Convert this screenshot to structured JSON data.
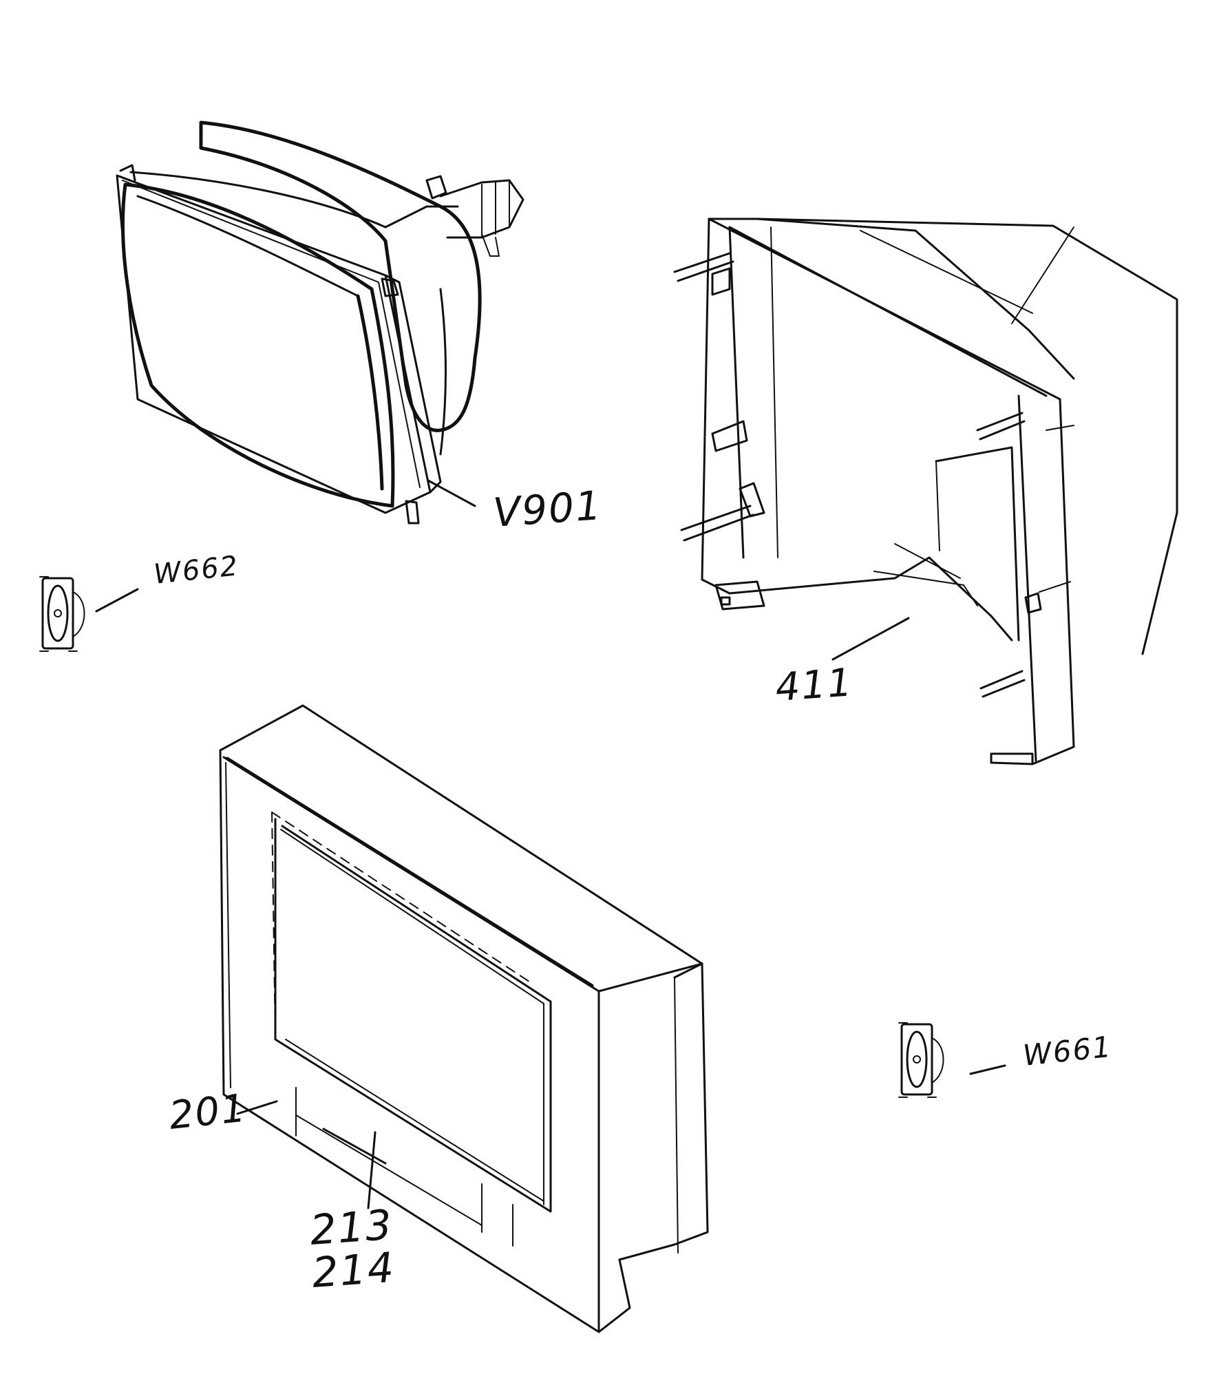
{
  "callouts": {
    "crt": "V901",
    "speaker_left": "W662",
    "chassis_frame": "411",
    "speaker_right": "W661",
    "cabinet": "201",
    "front_parts_a": "213",
    "front_parts_b": "214"
  },
  "colors": {
    "ink": "#111111",
    "paper": "#ffffff"
  }
}
